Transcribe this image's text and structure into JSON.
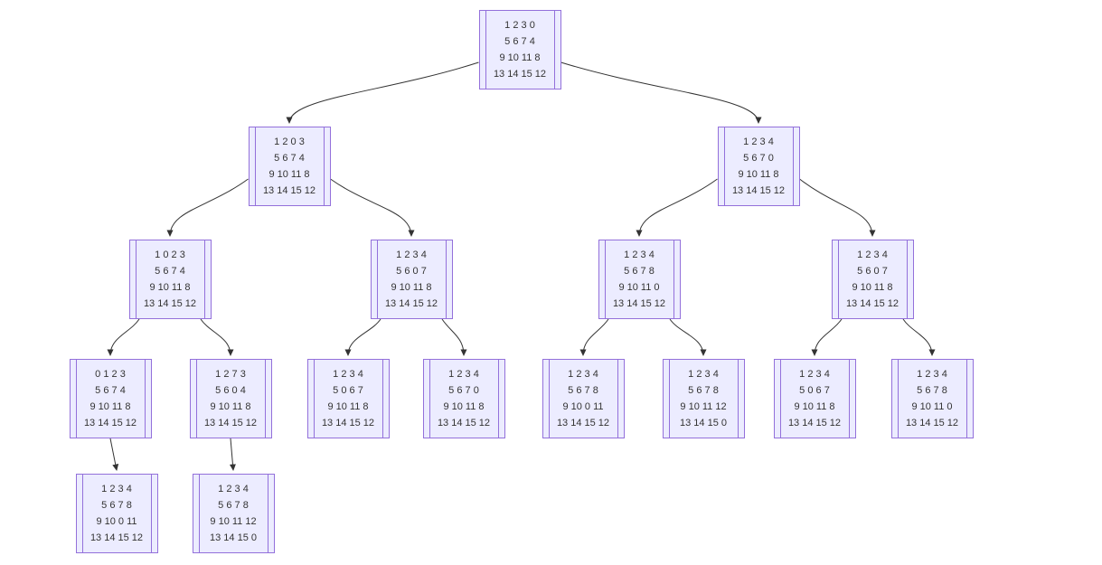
{
  "diagram": {
    "colors": {
      "background": "#ffffff",
      "node_fill": "#ECECFF",
      "node_border": "#9370DB",
      "edge": "#333333",
      "text": "#333333"
    },
    "nodes": [
      {
        "id": "root",
        "rows": [
          "1 2 3 0",
          "5 6 7 4",
          "9 10 11 8",
          "13 14 15 12"
        ]
      },
      {
        "id": "L1a",
        "rows": [
          "1 2 0 3",
          "5 6 7 4",
          "9 10 11 8",
          "13 14 15 12"
        ]
      },
      {
        "id": "L1b",
        "rows": [
          "1 2 3 4",
          "5 6 7 0",
          "9 10 11 8",
          "13 14 15 12"
        ]
      },
      {
        "id": "L2a",
        "rows": [
          "1 0 2 3",
          "5 6 7 4",
          "9 10 11 8",
          "13 14 15 12"
        ]
      },
      {
        "id": "L2b",
        "rows": [
          "1 2 3 4",
          "5 6 0 7",
          "9 10 11 8",
          "13 14 15 12"
        ]
      },
      {
        "id": "L2c",
        "rows": [
          "1 2 3 4",
          "5 6 7 8",
          "9 10 11 0",
          "13 14 15 12"
        ]
      },
      {
        "id": "L2d",
        "rows": [
          "1 2 3 4",
          "5 6 0 7",
          "9 10 11 8",
          "13 14 15 12"
        ]
      },
      {
        "id": "L3a",
        "rows": [
          "0 1 2 3",
          "5 6 7 4",
          "9 10 11 8",
          "13 14 15 12"
        ]
      },
      {
        "id": "L3b",
        "rows": [
          "1 2 7 3",
          "5 6 0 4",
          "9 10 11 8",
          "13 14 15 12"
        ]
      },
      {
        "id": "L3c",
        "rows": [
          "1 2 3 4",
          "5 0 6 7",
          "9 10 11 8",
          "13 14 15 12"
        ]
      },
      {
        "id": "L3d",
        "rows": [
          "1 2 3 4",
          "5 6 7 0",
          "9 10 11 8",
          "13 14 15 12"
        ]
      },
      {
        "id": "L3e",
        "rows": [
          "1 2 3 4",
          "5 6 7 8",
          "9 10 0 11",
          "13 14 15 12"
        ]
      },
      {
        "id": "L3f",
        "rows": [
          "1 2 3 4",
          "5 6 7 8",
          "9 10 11 12",
          "13 14 15 0"
        ]
      },
      {
        "id": "L3g",
        "rows": [
          "1 2 3 4",
          "5 0 6 7",
          "9 10 11 8",
          "13 14 15 12"
        ]
      },
      {
        "id": "L3h",
        "rows": [
          "1 2 3 4",
          "5 6 7 8",
          "9 10 11 0",
          "13 14 15 12"
        ]
      },
      {
        "id": "L4a",
        "rows": [
          "1 2 3 4",
          "5 6 7 8",
          "9 10 0 11",
          "13 14 15 12"
        ]
      },
      {
        "id": "L4b",
        "rows": [
          "1 2 3 4",
          "5 6 7 8",
          "9 10 11 12",
          "13 14 15 0"
        ]
      }
    ],
    "edges": [
      {
        "from": "root",
        "to": "L1a"
      },
      {
        "from": "root",
        "to": "L1b"
      },
      {
        "from": "L1a",
        "to": "L2a"
      },
      {
        "from": "L1a",
        "to": "L2b"
      },
      {
        "from": "L1b",
        "to": "L2c"
      },
      {
        "from": "L1b",
        "to": "L2d"
      },
      {
        "from": "L2a",
        "to": "L3a"
      },
      {
        "from": "L2a",
        "to": "L3b"
      },
      {
        "from": "L2b",
        "to": "L3c"
      },
      {
        "from": "L2b",
        "to": "L3d"
      },
      {
        "from": "L2c",
        "to": "L3e"
      },
      {
        "from": "L2c",
        "to": "L3f"
      },
      {
        "from": "L2d",
        "to": "L3g"
      },
      {
        "from": "L2d",
        "to": "L3h"
      },
      {
        "from": "L3a",
        "to": "L4a"
      },
      {
        "from": "L3b",
        "to": "L4b"
      }
    ]
  }
}
